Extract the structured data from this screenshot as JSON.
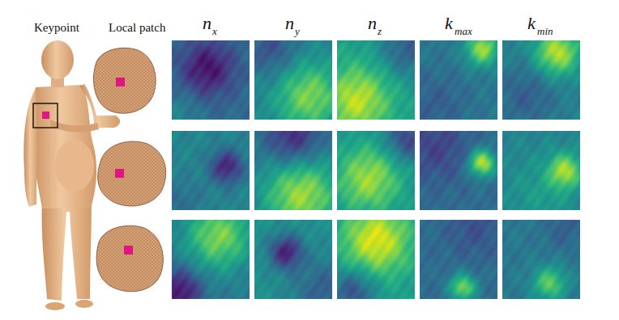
{
  "diagram": {
    "labels": [
      "Keypoint",
      "Local patch",
      "n",
      "x",
      "n",
      "y",
      "n",
      "z",
      "k",
      "max",
      "k",
      "min"
    ]
  }
}
